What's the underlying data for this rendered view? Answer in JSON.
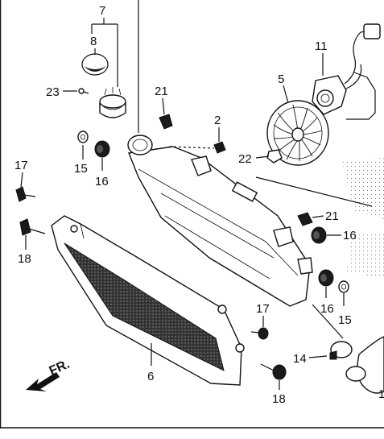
{
  "diagram": {
    "direction_label": "FR.",
    "callouts": [
      {
        "id": "c7",
        "label": "7"
      },
      {
        "id": "c8",
        "label": "8"
      },
      {
        "id": "c23",
        "label": "23"
      },
      {
        "id": "c11",
        "label": "11"
      },
      {
        "id": "c5",
        "label": "5"
      },
      {
        "id": "c21a",
        "label": "21"
      },
      {
        "id": "c2",
        "label": "2"
      },
      {
        "id": "c22",
        "label": "22"
      },
      {
        "id": "c17a",
        "label": "17"
      },
      {
        "id": "c15a",
        "label": "15"
      },
      {
        "id": "c16a",
        "label": "16"
      },
      {
        "id": "c18a",
        "label": "18"
      },
      {
        "id": "c21b",
        "label": "21"
      },
      {
        "id": "c16b",
        "label": "16"
      },
      {
        "id": "c16c",
        "label": "16"
      },
      {
        "id": "c15b",
        "label": "15"
      },
      {
        "id": "c17b",
        "label": "17"
      },
      {
        "id": "c14",
        "label": "14"
      },
      {
        "id": "c6",
        "label": "6"
      },
      {
        "id": "c18b",
        "label": "18"
      },
      {
        "id": "c1",
        "label": "1"
      }
    ]
  }
}
